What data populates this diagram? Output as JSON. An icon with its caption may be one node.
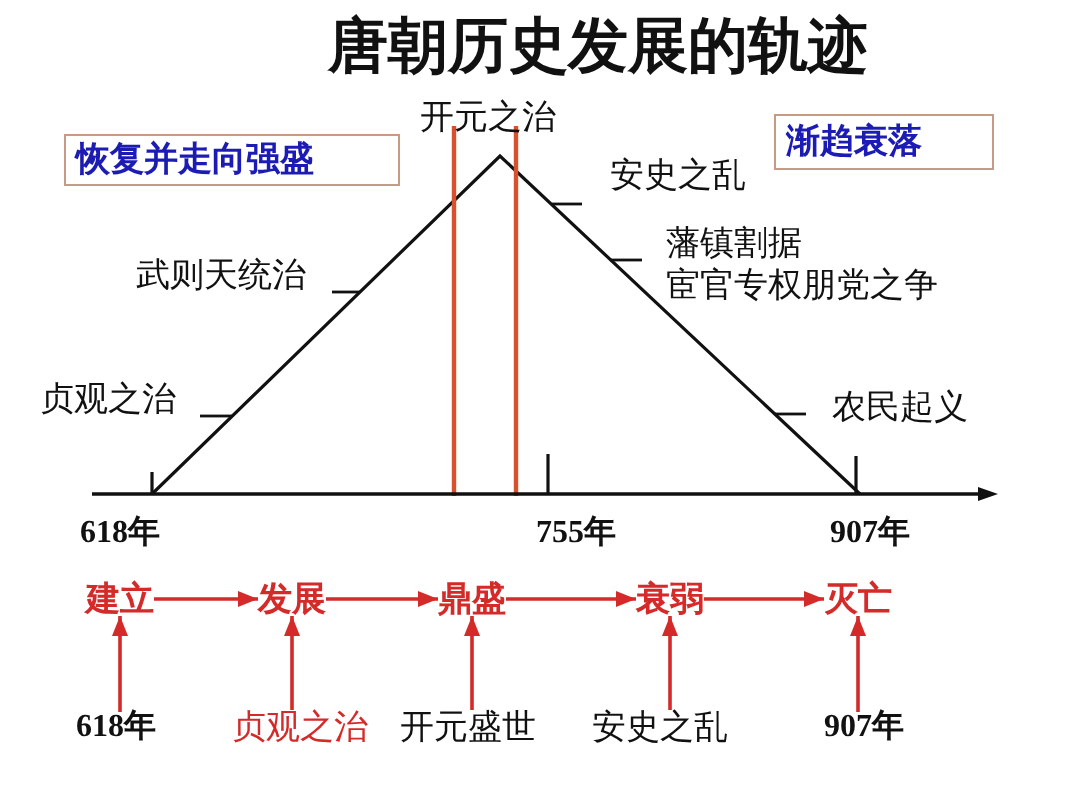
{
  "diagram": {
    "title": "唐朝历史发展的轨迹",
    "nodes": [
      {
        "text": [
          "恢复并走向强盛"
        ]
      },
      {
        "text": [
          "渐趋衰落"
        ]
      },
      {
        "text": [
          "建立"
        ]
      },
      {
        "text": [
          "发展"
        ]
      },
      {
        "text": [
          "鼎盛"
        ]
      },
      {
        "text": [
          "衰弱"
        ]
      },
      {
        "text": [
          "灭亡"
        ]
      },
      {
        "text": [
          "618年"
        ]
      },
      {
        "text": [
          "贞观之治"
        ]
      },
      {
        "text": [
          "开元盛世"
        ]
      },
      {
        "text": [
          "安史之乱"
        ]
      },
      {
        "text": [
          "907年"
        ]
      }
    ],
    "edges": [
      {
        "from": 2,
        "to": 3,
        "arrow": "to"
      },
      {
        "from": 3,
        "to": 4,
        "arrow": "to"
      },
      {
        "from": 4,
        "to": 5,
        "arrow": "to"
      },
      {
        "from": 5,
        "to": 6,
        "arrow": "to"
      },
      {
        "from": 7,
        "to": 2,
        "arrow": "to"
      },
      {
        "from": 8,
        "to": 3,
        "arrow": "to"
      },
      {
        "from": 9,
        "to": 4,
        "arrow": "to"
      },
      {
        "from": 10,
        "to": 5,
        "arrow": "to"
      },
      {
        "from": 11,
        "to": 6,
        "arrow": "to"
      }
    ],
    "labels": [
      "开元之治",
      "安史之乱",
      "藩镇割据",
      "武则天统治",
      "宦官专权朋党之争",
      "贞观之治",
      "农民起义",
      "618年",
      "755年",
      "907年"
    ]
  }
}
